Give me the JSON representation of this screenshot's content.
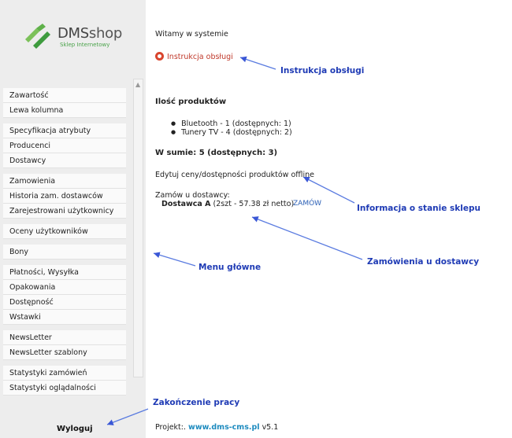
{
  "logo": {
    "brand_part1": "DMS",
    "brand_part2": "shop",
    "tagline": "Sklep Internetowy"
  },
  "sidebar": {
    "groups": [
      [
        "Zawartość",
        "Lewa kolumna"
      ],
      [
        "Specyfikacja atrybuty",
        "Producenci",
        "Dostawcy"
      ],
      [
        "Zamowienia",
        "Historia zam. dostawców",
        "Zarejestrowani użytkownicy"
      ],
      [
        "Oceny użytkowników"
      ],
      [
        "Bony"
      ],
      [
        "Płatności, Wysyłka",
        "Opakowania",
        "Dostępność",
        "Wstawki"
      ],
      [
        "NewsLetter",
        "NewsLetter szablony"
      ],
      [
        "Statystyki zamówień",
        "Statystyki oglądalności"
      ]
    ],
    "logout": "Wyloguj"
  },
  "main": {
    "welcome": "Witamy w systemie",
    "manual_link": "Instrukcja obsługi",
    "products_title": "Ilość produktów",
    "products": [
      "Bluetooth - 1 (dostępnych: 1)",
      "Tunery TV - 4 (dostępnych: 2)"
    ],
    "total": "W sumie: 5 (dostępnych: 3)",
    "edit_offline": "Edytuj ceny/dostępności produktów offline",
    "order_from": "Zamów u dostawcy:",
    "supplier_name": "Dostawca A",
    "supplier_detail": "(2szt - 57.38 zł netto)",
    "order_button": "ZAMÓW",
    "project_label": "Projekt:.",
    "project_site": "www.dms-cms.pl",
    "project_version": "v5.1"
  },
  "annotations": {
    "manual": "Instrukcja obsługi",
    "shop_status": "Informacja o stanie sklepu",
    "supplier_orders": "Zamówienia u dostawcy",
    "main_menu": "Menu główne",
    "logout": "Zakończenie pracy"
  },
  "colors": {
    "sidebar_bg": "#ededed",
    "annotation": "#1f3bb5",
    "link_red": "#c0392b",
    "logo_green": "#4aa34a",
    "site_blue": "#1e8bbf"
  }
}
